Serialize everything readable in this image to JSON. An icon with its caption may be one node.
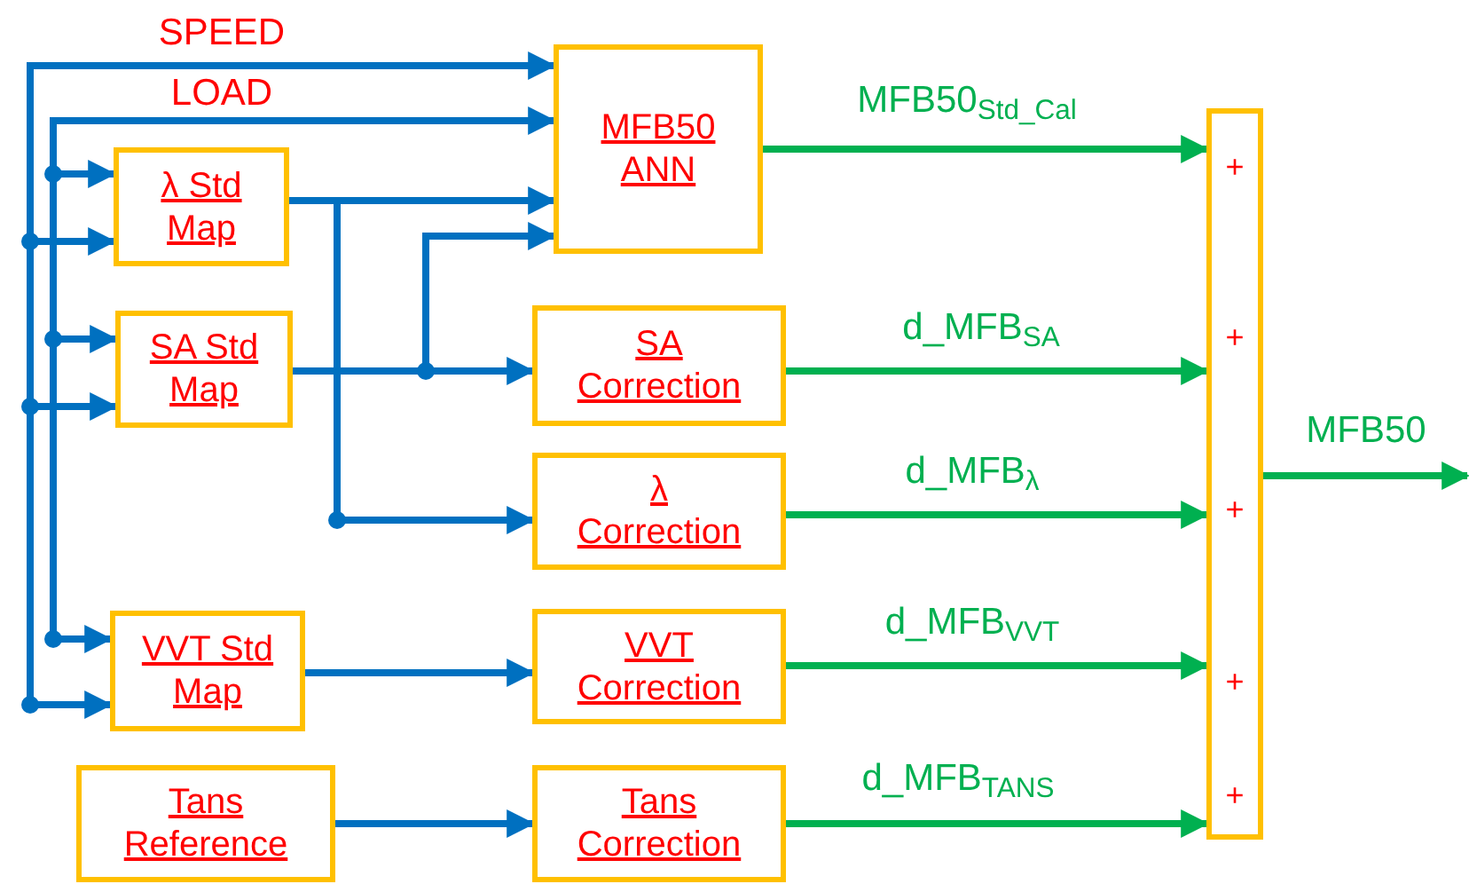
{
  "diagram": {
    "nodes": [
      {
        "text": [
          "MFB50 ANN"
        ]
      },
      {
        "text": [
          "λ Std Map"
        ]
      },
      {
        "text": [
          "SA Std Map"
        ]
      },
      {
        "text": [
          "SA Correction"
        ]
      },
      {
        "text": [
          "λ Correction"
        ]
      },
      {
        "text": [
          "VVT Std Map"
        ]
      },
      {
        "text": [
          "VVT Correction"
        ]
      },
      {
        "text": [
          "Tans Reference"
        ]
      },
      {
        "text": [
          "Tans Correction"
        ]
      },
      {
        "text": [
          "+",
          "+",
          "+",
          "+",
          "+"
        ]
      }
    ],
    "edges": [
      {
        "from": null,
        "to": 0,
        "arrow": "to",
        "label": "SPEED"
      },
      {
        "from": null,
        "to": 1,
        "arrow": "to"
      },
      {
        "from": null,
        "to": 2,
        "arrow": "to"
      },
      {
        "from": null,
        "to": 5,
        "arrow": "to"
      },
      {
        "from": null,
        "to": 0,
        "arrow": "to",
        "label": "LOAD"
      },
      {
        "from": null,
        "to": 1,
        "arrow": "to"
      },
      {
        "from": null,
        "to": 2,
        "arrow": "to"
      },
      {
        "from": null,
        "to": 5,
        "arrow": "to"
      },
      {
        "from": 1,
        "to": 0,
        "arrow": "to"
      },
      {
        "from": 1,
        "to": 4,
        "arrow": "to"
      },
      {
        "from": 2,
        "to": 3,
        "arrow": "to"
      },
      {
        "from": 2,
        "to": 0,
        "arrow": "to"
      },
      {
        "from": 5,
        "to": 6,
        "arrow": "to"
      },
      {
        "from": 7,
        "to": 8,
        "arrow": "to"
      },
      {
        "from": 0,
        "to": 9,
        "arrow": "to",
        "label": "MFB50$_{Std_Cal}$",
        "color": "#00b050"
      },
      {
        "from": 3,
        "to": 9,
        "arrow": "to",
        "label": "d_MFB$_{SA}$",
        "color": "#00b050"
      },
      {
        "from": 4,
        "to": 9,
        "arrow": "to",
        "label": "d_MFB$_{λ}$",
        "color": "#00b050"
      },
      {
        "from": 6,
        "to": 9,
        "arrow": "to",
        "label": "d_MFB$_{VVT}$",
        "color": "#00b050"
      },
      {
        "from": 8,
        "to": 9,
        "arrow": "to",
        "label": "d_MFB$_{TANS}$",
        "color": "#00b050"
      },
      {
        "from": 9,
        "to": null,
        "arrow": "to",
        "label": "MFB50",
        "color": "#00b050"
      }
    ]
  }
}
